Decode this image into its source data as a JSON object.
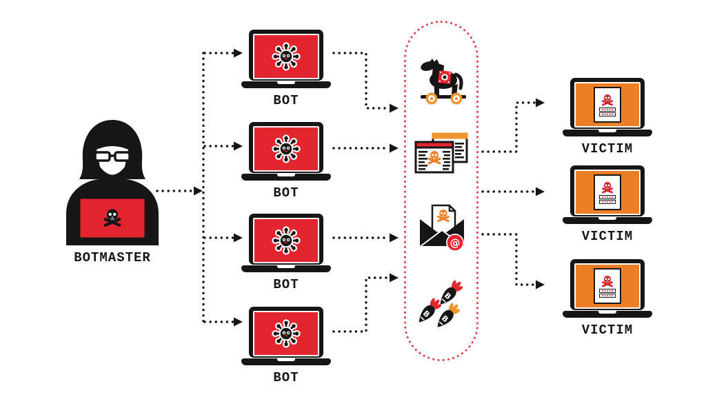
{
  "diagram": {
    "colors": {
      "malware_red": "#e2252f",
      "victim_orange": "#ec7f26",
      "accent_orange": "#ef952e",
      "ink_black": "#161616",
      "channel_dotted_red": "#e53742"
    },
    "botmaster": {
      "label": "BOTMASTER",
      "icon": "hooded-hacker-with-skull-laptop-icon"
    },
    "bots": {
      "icon": "malware-virus-laptop-icon",
      "items": [
        {
          "label": "BOT"
        },
        {
          "label": "BOT"
        },
        {
          "label": "BOT"
        },
        {
          "label": "BOT"
        }
      ]
    },
    "attack_channel": {
      "items": [
        {
          "name": "trojan-horse-icon"
        },
        {
          "name": "malicious-website-windows-icon"
        },
        {
          "name": "skull-email-at-badge-icon"
        },
        {
          "name": "bomb-attack-icon"
        }
      ]
    },
    "victims": {
      "icon": "infected-laptop-password-theft-icon",
      "items": [
        {
          "label": "VICTIM"
        },
        {
          "label": "VICTIM"
        },
        {
          "label": "VICTIM"
        }
      ]
    }
  }
}
